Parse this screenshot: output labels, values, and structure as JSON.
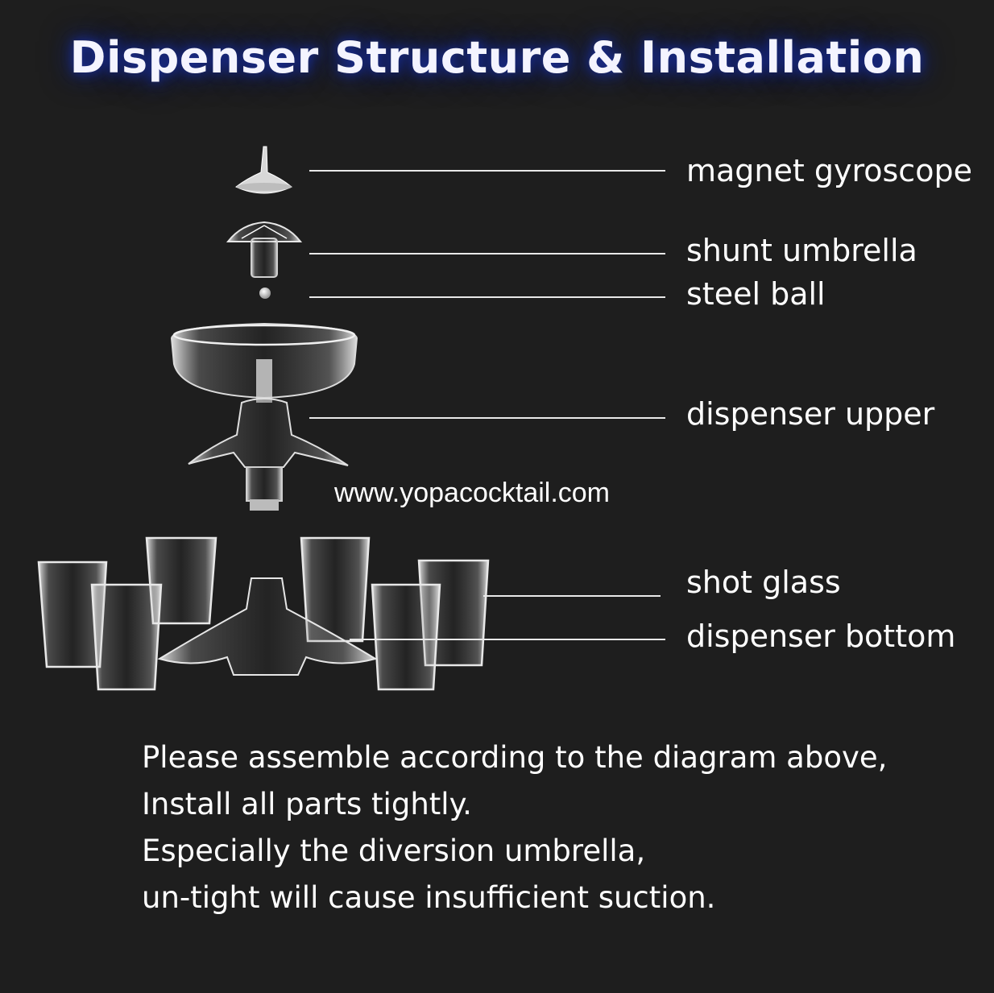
{
  "title": "Dispenser Structure & Installation",
  "parts": [
    {
      "label": "magnet gyroscope"
    },
    {
      "label": "shunt umbrella"
    },
    {
      "label": "steel ball"
    },
    {
      "label": "dispenser upper"
    },
    {
      "label": "shot glass"
    },
    {
      "label": "dispenser bottom"
    }
  ],
  "watermark": "www.yopacocktail.com",
  "instructions": [
    "Please assemble according to the diagram above,",
    "Install all parts tightly.",
    "Especially the diversion umbrella,",
    "un-tight will cause insufficient suction."
  ],
  "colors": {
    "background": "#1e1e1e",
    "title_glow": "#1b2f9a",
    "text": "#ffffff"
  }
}
